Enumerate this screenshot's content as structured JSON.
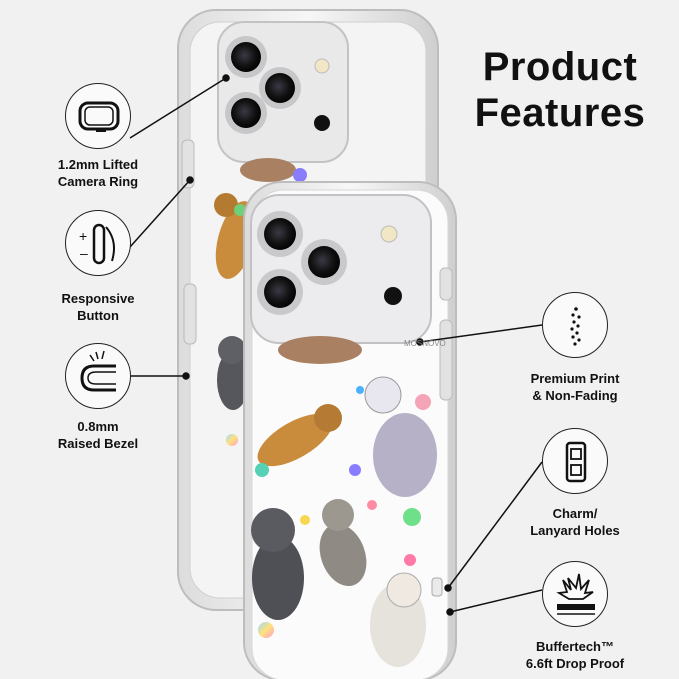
{
  "title": {
    "line1": "Product",
    "line2": "Features"
  },
  "features": [
    {
      "icon": "camera-ring-icon",
      "label_line1": "1.2mm Lifted",
      "label_line2": "Camera Ring"
    },
    {
      "icon": "button-icon",
      "label_line1": "Responsive",
      "label_line2": "Button"
    },
    {
      "icon": "bezel-icon",
      "label_line1": "0.8mm",
      "label_line2": "Raised Bezel"
    },
    {
      "icon": "print-icon",
      "label_line1": "Premium Print",
      "label_line2": "& Non-Fading"
    },
    {
      "icon": "lanyard-holes-icon",
      "label_line1": "Charm/",
      "label_line2": "Lanyard Holes"
    },
    {
      "icon": "drop-proof-icon",
      "label_line1": "Buffertech™",
      "label_line2": "6.6ft Drop Proof"
    }
  ],
  "brand": "MOSNOVO",
  "colors": {
    "background": "#f1f1f2",
    "text": "#111111"
  }
}
